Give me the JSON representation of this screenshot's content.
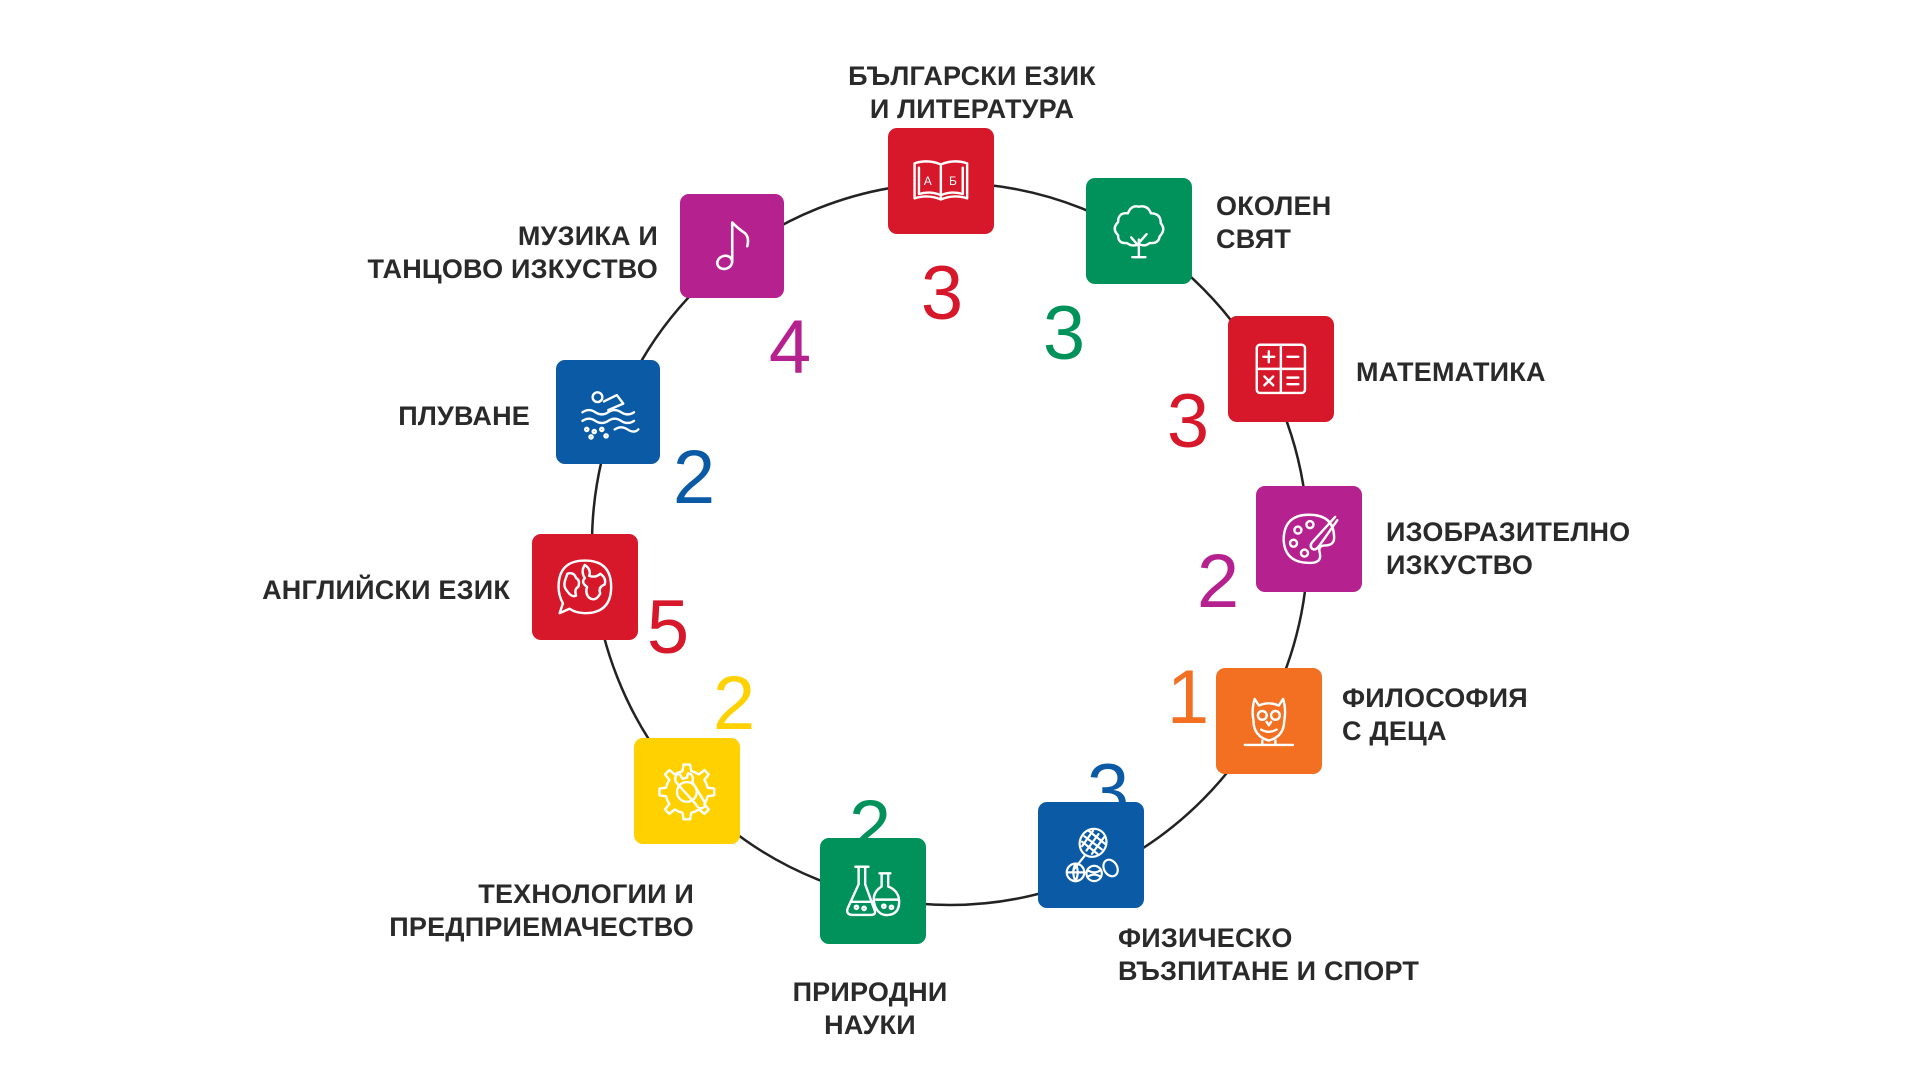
{
  "subjects": [
    {
      "id": "bulgarian",
      "line1": "БЪЛГАРСКИ ЕЗИК",
      "line2": "И ЛИТЕРАТУРА",
      "count": "3",
      "color": "#d7182a",
      "icon": "open-book-icon",
      "icon_letter_a": "А",
      "icon_letter_b": "Б"
    },
    {
      "id": "environment",
      "line1": "ОКОЛЕН",
      "line2": "СВЯТ",
      "count": "3",
      "color": "#00925a",
      "icon": "tree-icon"
    },
    {
      "id": "math",
      "line1": "МАТЕМАТИКА",
      "line2": "",
      "count": "3",
      "color": "#d7182a",
      "icon": "calculator-icon"
    },
    {
      "id": "art",
      "line1": "ИЗОБРАЗИТЕЛНО",
      "line2": "ИЗКУСТВО",
      "count": "2",
      "color": "#b5218e",
      "icon": "palette-icon"
    },
    {
      "id": "philosophy",
      "line1": "ФИЛОСОФИЯ",
      "line2": "С ДЕЦА",
      "count": "1",
      "color": "#f36f21",
      "icon": "owl-icon"
    },
    {
      "id": "pe",
      "line1": "ФИЗИЧЕСКО",
      "line2": "ВЪЗПИТАНЕ И СПОРТ",
      "count": "3",
      "color": "#0a5aa5",
      "icon": "sports-balls-icon"
    },
    {
      "id": "science",
      "line1": "ПРИРОДНИ",
      "line2": "НАУКИ",
      "count": "2",
      "color": "#00925a",
      "icon": "flasks-icon"
    },
    {
      "id": "technology",
      "line1": "ТЕХНОЛОГИИ И",
      "line2": "ПРЕДПРИЕМАЧЕСТВО",
      "count": "2",
      "color": "#ffd100",
      "icon": "gear-wrench-icon"
    },
    {
      "id": "english",
      "line1": "АНГЛИЙСКИ ЕЗИК",
      "line2": "",
      "count": "5",
      "color": "#d7182a",
      "icon": "globe-chat-icon"
    },
    {
      "id": "swimming",
      "line1": "ПЛУВАНЕ",
      "line2": "",
      "count": "2",
      "color": "#0a5aa5",
      "icon": "swimmer-icon"
    },
    {
      "id": "music",
      "line1": "МУЗИКА И",
      "line2": "ТАНЦОВО ИЗКУСТВО",
      "count": "4",
      "color": "#b5218e",
      "icon": "music-note-icon"
    }
  ],
  "ring_color": "#222222"
}
